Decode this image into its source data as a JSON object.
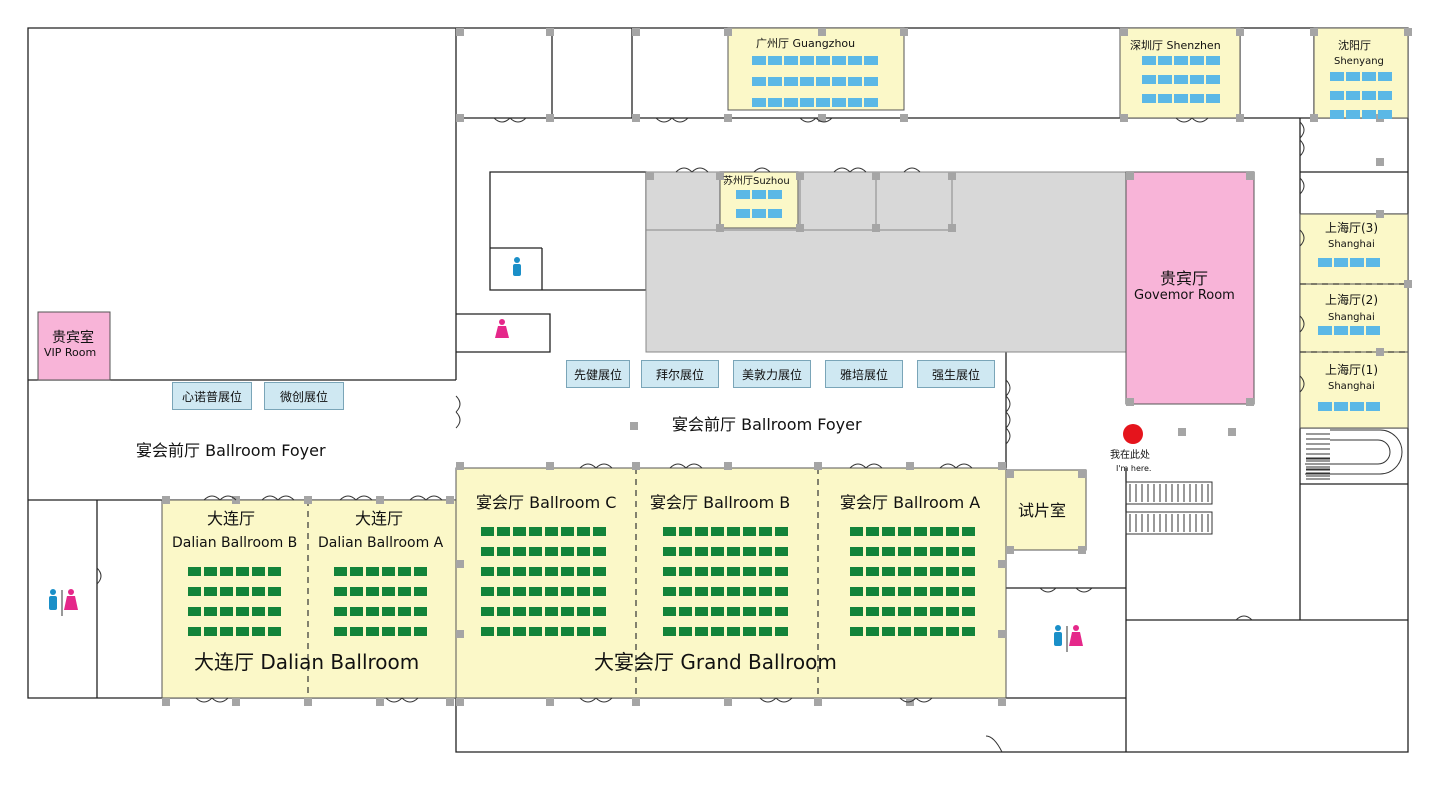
{
  "map_title": "",
  "rooms": {
    "guangzhou": "广州厅 Guangzhou",
    "shenzhen": "深圳厅 Shenzhen",
    "shenyang_cn": "沈阳厅",
    "shenyang_en": "Shenyang",
    "suzhou": "苏州厅Suzhou",
    "governor_cn": "贵宾厅",
    "governor_en": "Govemor Room",
    "shanghai3_cn": "上海厅(3)",
    "shanghai2_cn": "上海厅(2)",
    "shanghai1_cn": "上海厅(1)",
    "shanghai_en": "Shanghai",
    "vip_cn": "贵宾室",
    "vip_en": "VIP Room",
    "foyer_left": "宴会前厅 Ballroom Foyer",
    "foyer_right": "宴会前厅 Ballroom Foyer",
    "dalian_b_cn": "大连厅",
    "dalian_b_en": "Dalian Ballroom B",
    "dalian_a_cn": "大连厅",
    "dalian_a_en": "Dalian Ballroom A",
    "dalian_ballroom": "大连厅 Dalian Ballroom",
    "ballroom_c": "宴会厅 Ballroom C",
    "ballroom_b": "宴会厅 Ballroom B",
    "ballroom_a": "宴会厅 Ballroom A",
    "grand_ballroom": "大宴会厅 Grand Ballroom",
    "preview_room": "试片室"
  },
  "booths": [
    "先健展位",
    "拜尔展位",
    "美敦力展位",
    "雅培展位",
    "强生展位",
    "心诺普展位",
    "微创展位"
  ],
  "you_are_here": {
    "cn": "我在此处",
    "en": "I'm here."
  },
  "colors": {
    "meeting_room": "#fbf8c8",
    "vip": "#f8b4d8",
    "service": "#d8d8d8",
    "seat_green": "#13843a",
    "seat_blue": "#5bb8e6",
    "pillar": "#a5a5a5",
    "marker": "#e5141c",
    "men": "#1a8fc8",
    "women": "#e5288a"
  },
  "icons": [
    "restroom-men-icon",
    "restroom-women-icon",
    "you-are-here-marker-icon",
    "staircase-icon",
    "escalator-icon"
  ]
}
